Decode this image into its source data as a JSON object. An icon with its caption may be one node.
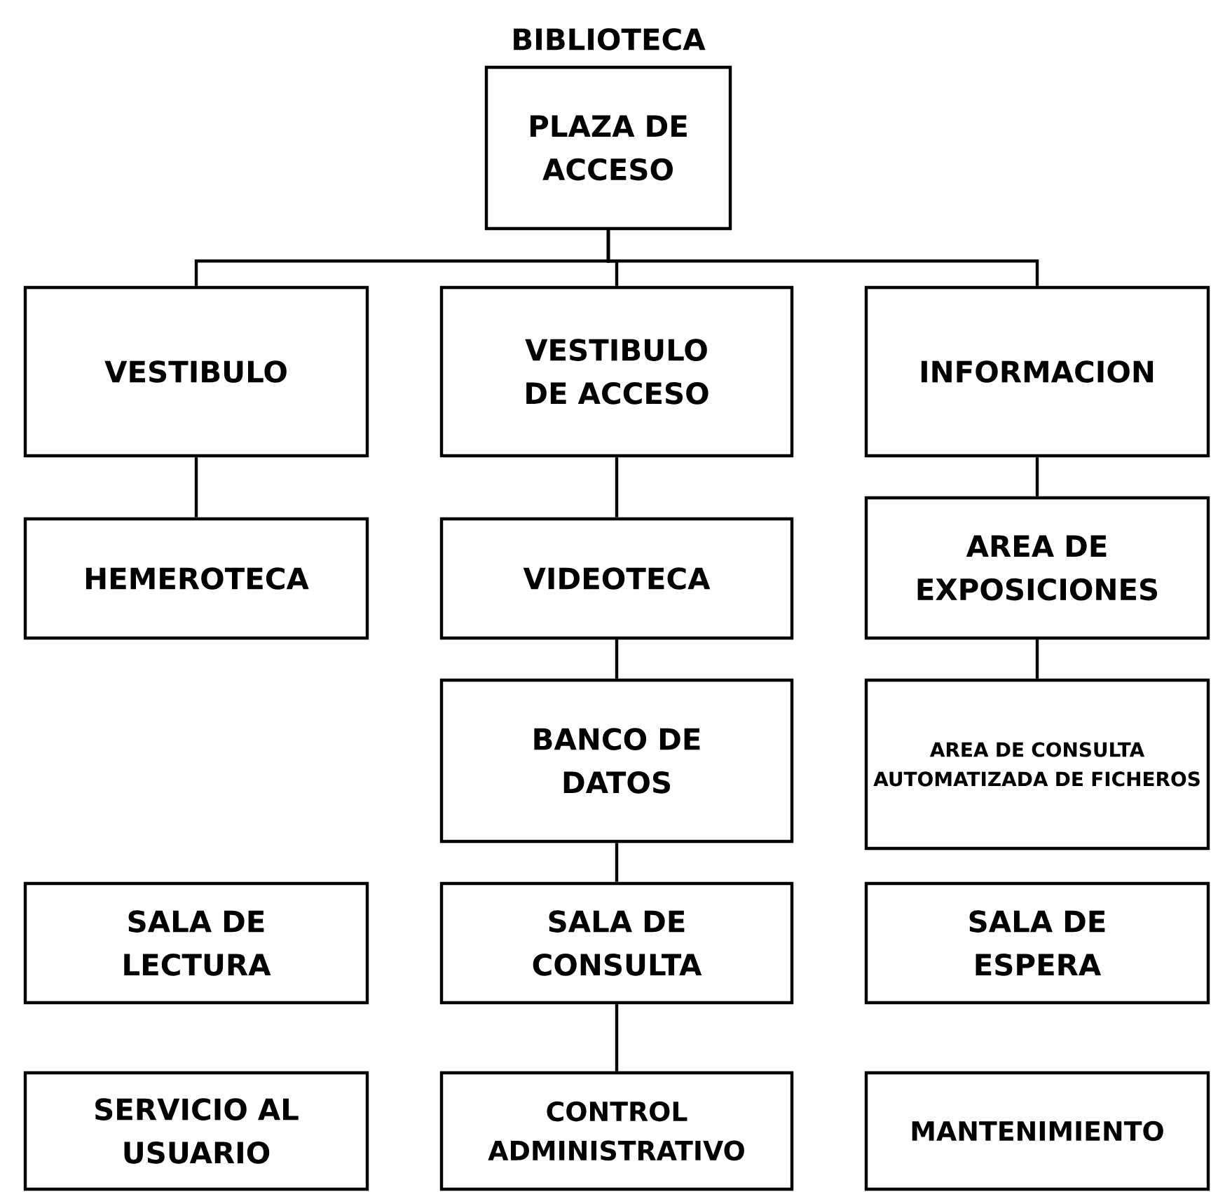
{
  "diagram": {
    "title": "BIBLIOTECA",
    "nodes": [
      {
        "text": [
          "PLAZA DE ACCESO"
        ]
      },
      {
        "text": [
          "VESTIBULO"
        ]
      },
      {
        "text": [
          "VESTIBULO DE ACCESO"
        ]
      },
      {
        "text": [
          "INFORMACION"
        ]
      },
      {
        "text": [
          "HEMEROTECA"
        ]
      },
      {
        "text": [
          "VIDEOTECA"
        ]
      },
      {
        "text": [
          "AREA DE EXPOSICIONES"
        ]
      },
      {
        "text": [
          "BANCO DE DATOS"
        ]
      },
      {
        "text": [
          "AREA DE CONSULTA AUTOMATIZADA DE FICHEROS"
        ]
      },
      {
        "text": [
          "SALA DE LECTURA"
        ]
      },
      {
        "text": [
          "SALA DE CONSULTA"
        ]
      },
      {
        "text": [
          "SALA DE ESPERA"
        ]
      },
      {
        "text": [
          "SERVICIO AL USUARIO"
        ]
      },
      {
        "text": [
          "CONTROL ADMINISTRATIVO"
        ]
      },
      {
        "text": [
          "MANTENIMIENTO"
        ]
      }
    ],
    "edges": [
      {
        "from": 0,
        "to": 1,
        "arrow": "none"
      },
      {
        "from": 0,
        "to": 2,
        "arrow": "none"
      },
      {
        "from": 0,
        "to": 3,
        "arrow": "none"
      },
      {
        "from": 1,
        "to": 4,
        "arrow": "none"
      },
      {
        "from": 2,
        "to": 5,
        "arrow": "none"
      },
      {
        "from": 3,
        "to": 6,
        "arrow": "none"
      },
      {
        "from": 5,
        "to": 7,
        "arrow": "none"
      },
      {
        "from": 6,
        "to": 8,
        "arrow": "none"
      },
      {
        "from": 7,
        "to": 10,
        "arrow": "none"
      },
      {
        "from": 10,
        "to": 13,
        "arrow": "none"
      }
    ]
  }
}
